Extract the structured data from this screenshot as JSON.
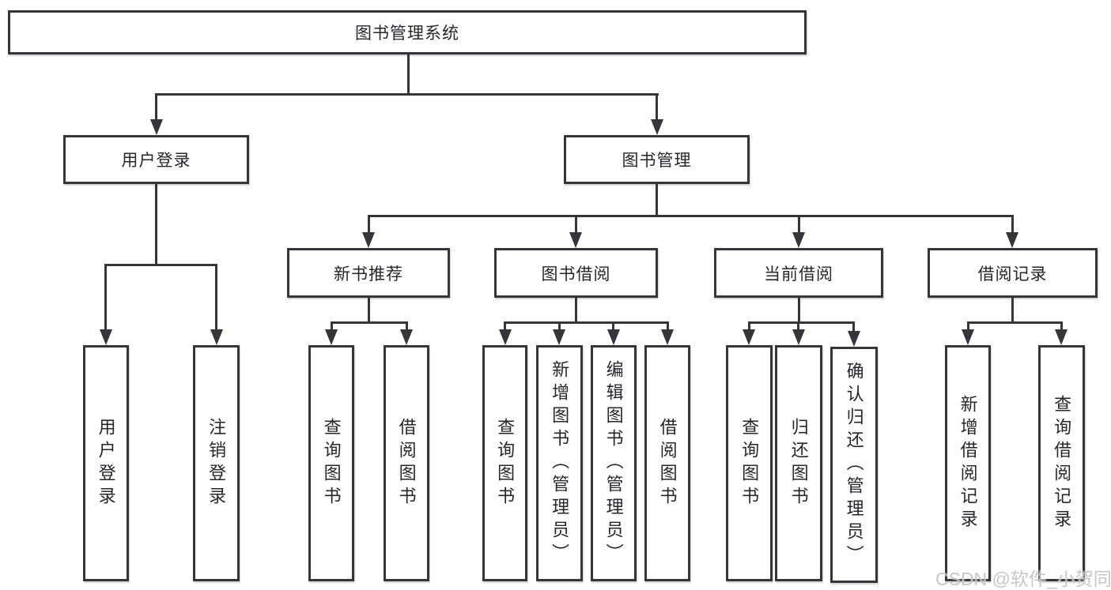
{
  "diagram_type": "functional-structure-tree",
  "colors": {
    "line": "#35353a",
    "text": "#26262c",
    "watermark_text": "#c3c3c3",
    "background": "#ffffff"
  },
  "tree": {
    "root": {
      "label": "图书管理系统"
    },
    "branches": [
      {
        "label": "用户登录",
        "children": [
          {
            "label": "用户登录"
          },
          {
            "label": "注销登录"
          }
        ]
      },
      {
        "label": "图书管理",
        "children": [
          {
            "label": "新书推荐",
            "children": [
              {
                "label": "查询图书"
              },
              {
                "label": "借阅图书"
              }
            ]
          },
          {
            "label": "图书借阅",
            "children": [
              {
                "label": "查询图书"
              },
              {
                "label": "新增图书（管理员）"
              },
              {
                "label": "编辑图书（管理员）"
              },
              {
                "label": "借阅图书"
              }
            ]
          },
          {
            "label": "当前借阅",
            "children": [
              {
                "label": "查询图书"
              },
              {
                "label": "归还图书"
              },
              {
                "label": "确认归还（管理员）"
              }
            ]
          },
          {
            "label": "借阅记录",
            "children": [
              {
                "label": "新增借阅记录"
              },
              {
                "label": "查询借阅记录"
              }
            ]
          }
        ]
      }
    ]
  },
  "watermark": {
    "text": "CSDN @软件_小贺同学"
  }
}
